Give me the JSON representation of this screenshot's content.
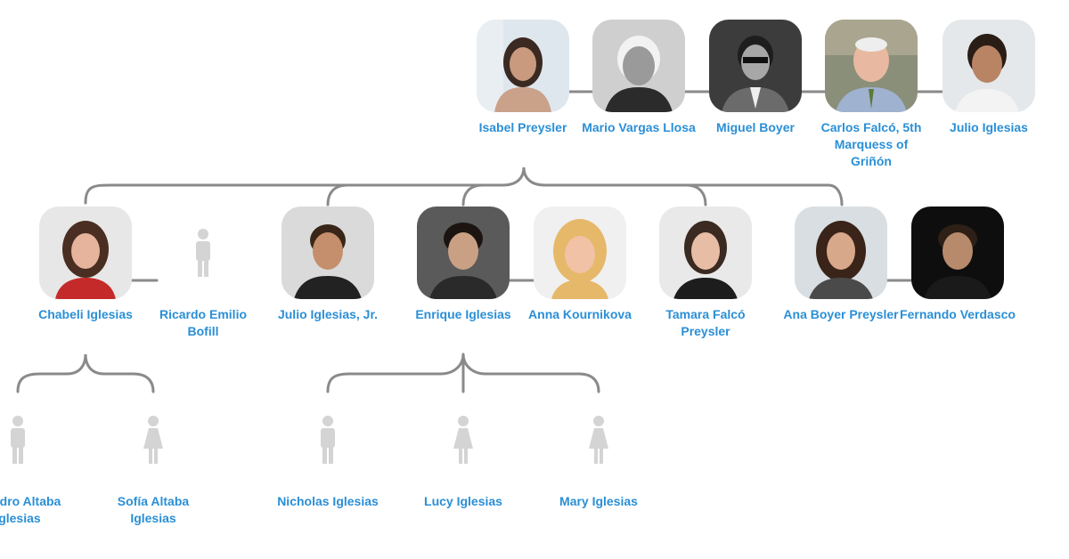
{
  "theme": {
    "link_color": "#2a8fd6",
    "connector_color": "#8a8a8a",
    "silhouette_color": "#d4d4d4"
  },
  "people": {
    "isabel": "Isabel Preysler",
    "mario": "Mario Vargas Llosa",
    "miguel": "Miguel Boyer",
    "carlos": "Carlos Falcó, 5th Marquess of Griñón",
    "julio_sr": "Julio Iglesias",
    "chabeli": "Chabeli Iglesias",
    "ricardo": "Ricardo Emilio Bofill",
    "julio_jr": "Julio Iglesias, Jr.",
    "enrique": "Enrique Iglesias",
    "anna": "Anna Kournikova",
    "tamara": "Tamara Falcó Preysler",
    "ana": "Ana Boyer Preysler",
    "fernando": "Fernando Verdasco",
    "alejandro": "ejandro Altaba Iglesias",
    "sofia": "Sofía Altaba Iglesias",
    "nicholas": "Nicholas Iglesias",
    "lucy": "Lucy Iglesias",
    "mary": "Mary Iglesias"
  },
  "icons": {
    "photo": "portrait-photo",
    "male": "male-silhouette-icon",
    "female": "female-silhouette-icon"
  }
}
